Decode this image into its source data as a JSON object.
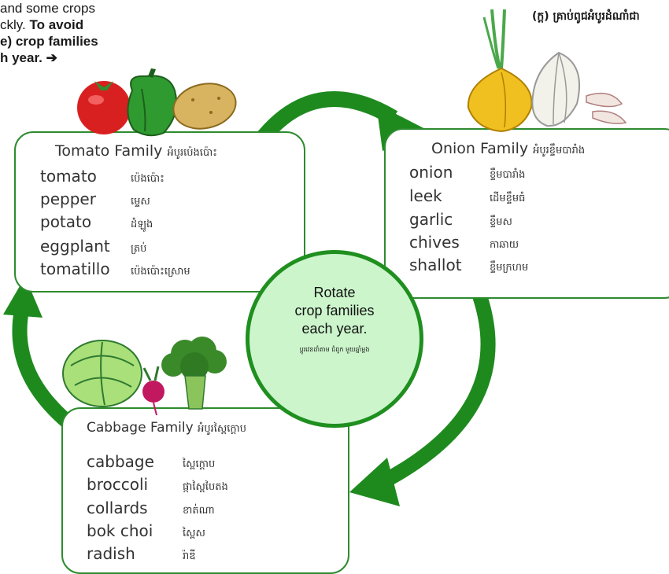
{
  "intro": {
    "line1": "and some crops",
    "line2_plain": "ckly. ",
    "line2_bold": "To avoid",
    "line3": "e) crop families",
    "line4": "h year.  ➔"
  },
  "khmer_header": "(ក្ដ) គ្រាប់ពូជអំបូរដំណាំជា",
  "tomato_family": {
    "title": "Tomato Family",
    "title_kh": "អំបូរប៉េងប៉ោះ",
    "items": [
      {
        "en": "tomato",
        "kh": "ប៉េងប៉ោះ"
      },
      {
        "en": "pepper",
        "kh": "ម្ទេស"
      },
      {
        "en": "potato",
        "kh": "ដំឡូង"
      },
      {
        "en": "eggplant",
        "kh": "ត្រប់"
      },
      {
        "en": "tomatillo",
        "kh": "ប៉េងប៉ោះស្រោម"
      }
    ]
  },
  "onion_family": {
    "title": "Onion Family",
    "title_kh": "អំបូរខ្ទឹមបារាំង",
    "items": [
      {
        "en": "onion",
        "kh": "ខ្ទឹមបារាំង"
      },
      {
        "en": "leek",
        "kh": "ដើមខ្ទឹមធំ"
      },
      {
        "en": "garlic",
        "kh": "ខ្ទឹមស"
      },
      {
        "en": "chives",
        "kh": "កាឆាយ"
      },
      {
        "en": "shallot",
        "kh": "ខ្ទឹមក្រហម"
      }
    ]
  },
  "cabbage_family": {
    "title": "Cabbage Family",
    "title_kh": "អំបូរស្ពៃក្ដោប",
    "items": [
      {
        "en": "cabbage",
        "kh": "ស្ពៃក្ដោប"
      },
      {
        "en": "broccoli",
        "kh": "ផ្កាស្ពៃបៃតង"
      },
      {
        "en": "collards",
        "kh": "ខាត់ណា"
      },
      {
        "en": "bok choi",
        "kh": "ស្ពៃស"
      },
      {
        "en": "radish",
        "kh": "រ៉ាឌី"
      }
    ]
  },
  "center": {
    "line1": "Rotate",
    "line2": "crop families",
    "line3": "each year.",
    "sub_kh": "ប្ដូរវេនដាំតាម ជំពូក មួយឆ្នាំម្ដង"
  },
  "colors": {
    "arrow_green": "#1e8a1e",
    "box_border": "#2e8b2e",
    "circle_fill": "#ccf5cc"
  }
}
